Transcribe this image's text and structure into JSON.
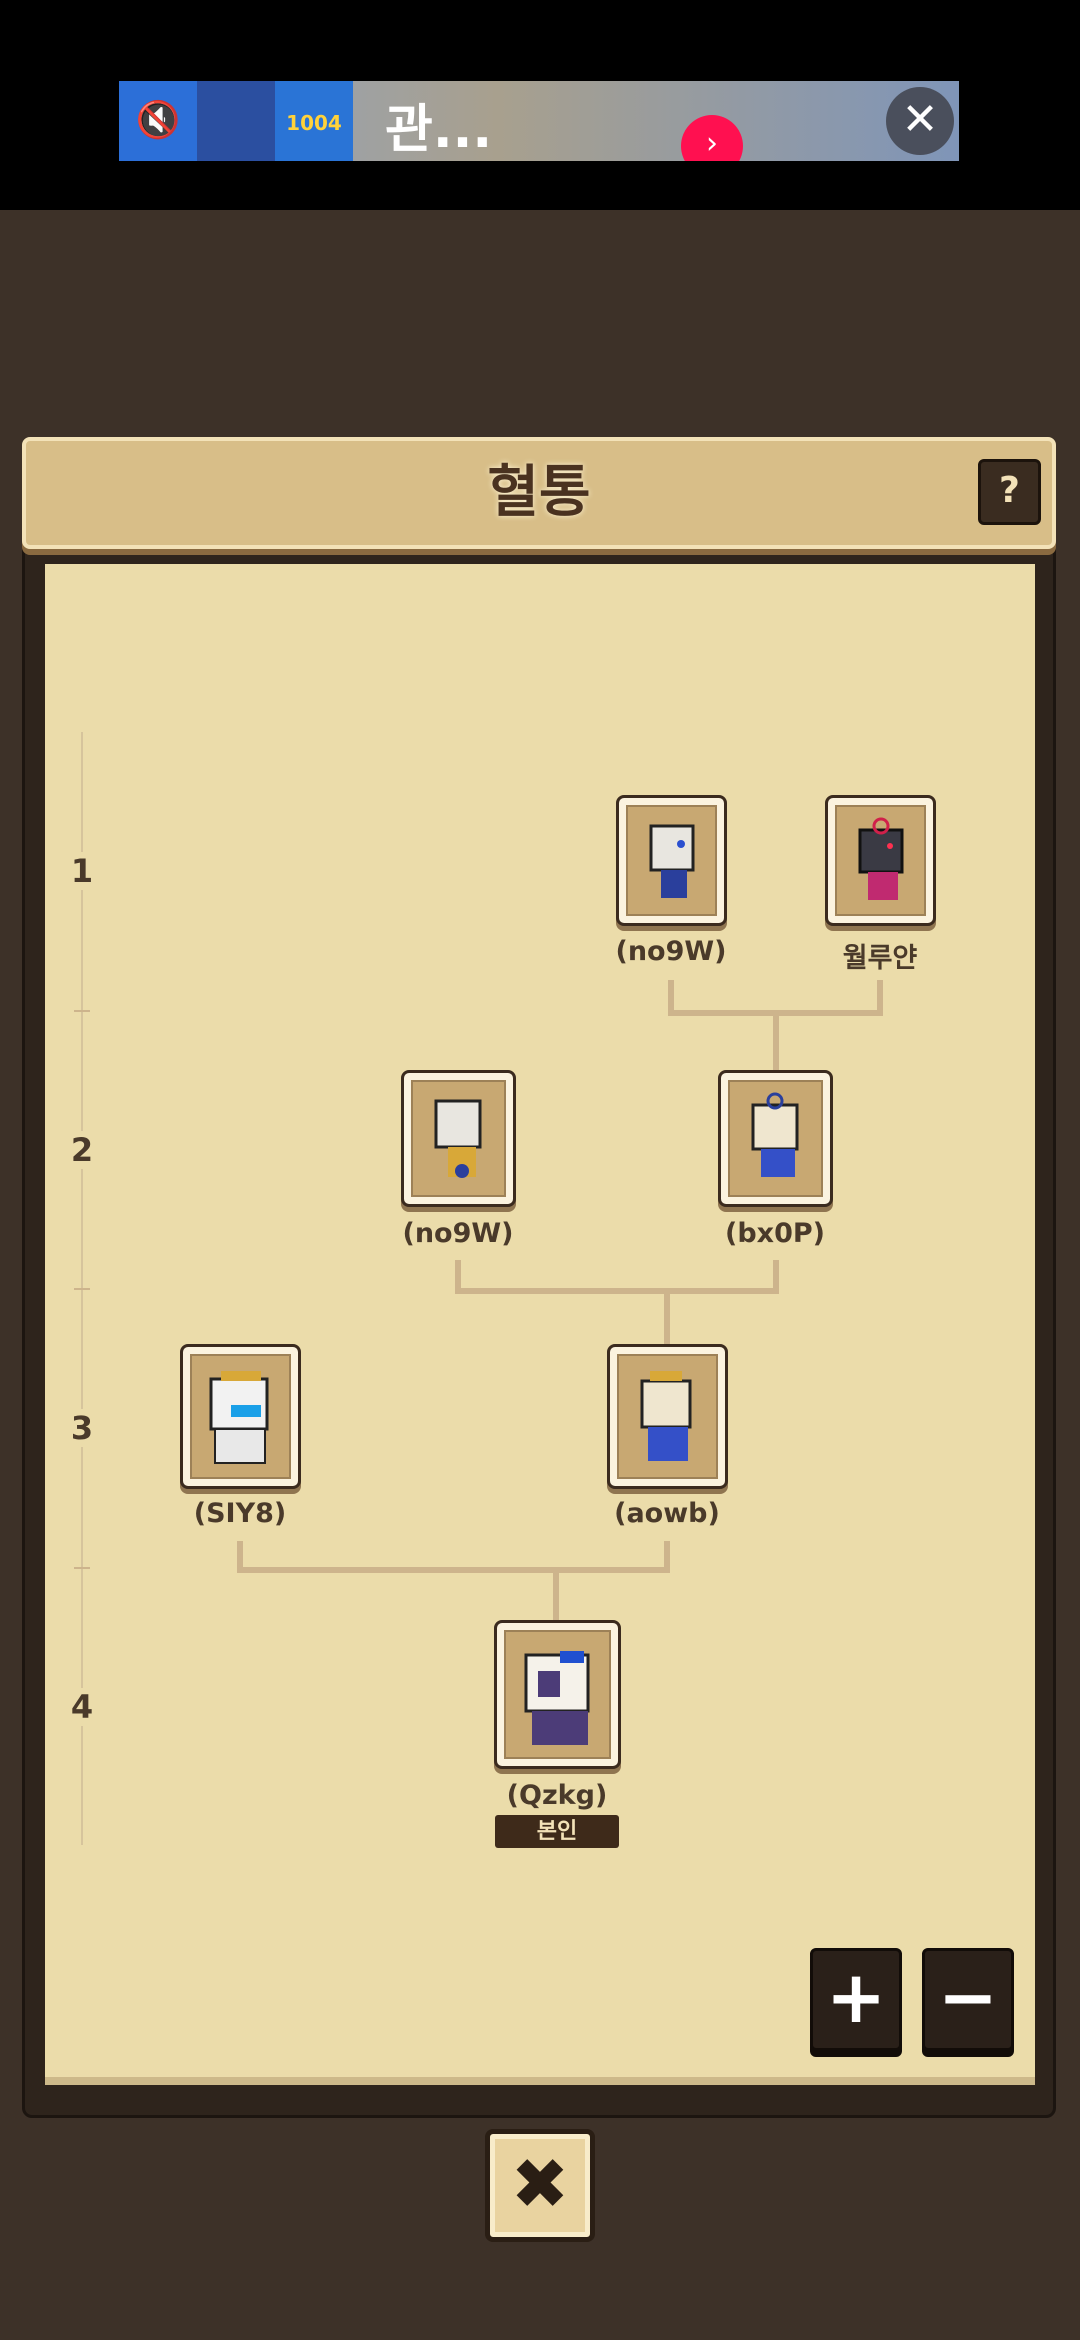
{
  "ad": {
    "headline": "관...",
    "thumb_text": "1004",
    "next_icon": "chevron-right-icon",
    "close_icon": "close-icon",
    "mute_icon": "mute-icon"
  },
  "header": {
    "title": "혈통",
    "help_label": "?"
  },
  "levels": [
    "1",
    "2",
    "3",
    "4"
  ],
  "pedigree": {
    "gen1": [
      {
        "name": "(no9W)",
        "color": "#e8e6e0"
      },
      {
        "name": "월루얀",
        "color": "#3a3a44"
      }
    ],
    "gen2": [
      {
        "name": "(no9W)",
        "color": "#e8e6e0"
      },
      {
        "name": "(bx0P)",
        "color": "#efe6cf"
      }
    ],
    "gen3": [
      {
        "name": "(SIY8)",
        "color": "#f2f2f2"
      },
      {
        "name": "(aowb)",
        "color": "#efe6cf"
      }
    ],
    "gen4": [
      {
        "name": "(Qzkg)",
        "color": "#f5f2ea",
        "badge": "본인"
      }
    ]
  },
  "controls": {
    "zoom_in": "+",
    "zoom_out": "−",
    "close": "✖"
  }
}
